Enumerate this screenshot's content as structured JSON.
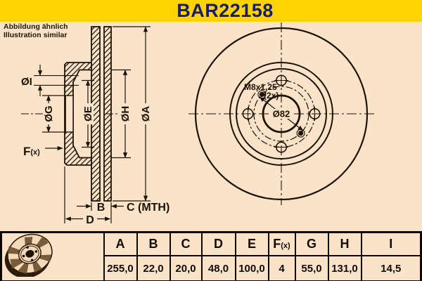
{
  "colors": {
    "header_bg": "#FFD400",
    "title_text": "#1B1B6E",
    "paper_bg": "#FAE3C8",
    "line_ink": "#1D1206"
  },
  "header": {
    "part_number": "BAR22158"
  },
  "disclaimer": {
    "line1": "Abbildung ähnlich",
    "line2": "Illustration similar"
  },
  "section_view": {
    "dim_i": "ØI",
    "dim_g": "ØG",
    "dim_e": "ØE",
    "dim_h": "ØH",
    "dim_a": "ØA",
    "dim_f_main": "F",
    "dim_f_sub": "(x)",
    "dim_b": "B",
    "dim_c": "C (MTH)",
    "dim_d": "D"
  },
  "front_view": {
    "thread_label": "M8x1,25",
    "thread_qty": "(2x)",
    "bore_label": "Ø82"
  },
  "table": {
    "columns": [
      {
        "label": "A",
        "value": "255,0"
      },
      {
        "label": "B",
        "value": "22,0"
      },
      {
        "label": "C",
        "value": "20,0"
      },
      {
        "label": "D",
        "value": "48,0"
      },
      {
        "label": "E",
        "value": "100,0"
      },
      {
        "label": "F",
        "label_sub": "(x)",
        "value": "4"
      },
      {
        "label": "G",
        "value": "55,0"
      },
      {
        "label": "H",
        "value": "131,0"
      },
      {
        "label": "I",
        "value": "14,5"
      }
    ]
  }
}
